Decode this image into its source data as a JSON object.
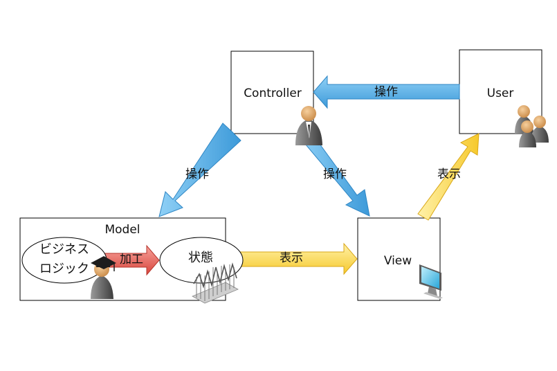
{
  "boxes": {
    "controller": "Controller",
    "user": "User",
    "model": "Model",
    "view": "View"
  },
  "model_parts": {
    "logic_line1": "ビジネス",
    "logic_line2": "ロジック",
    "state": "状態"
  },
  "arrows": {
    "user_to_controller": "操作",
    "controller_to_model": "操作",
    "controller_to_view": "操作",
    "view_to_user": "表示",
    "model_to_view": "表示",
    "logic_to_state": "加工"
  },
  "icons": {
    "controller": "business-person-icon",
    "user": "user-group-icon",
    "logic": "graduate-person-icon",
    "state": "chart-data-icon",
    "view": "monitor-icon"
  },
  "colors": {
    "operate_arrow": "#5aaee6",
    "display_arrow": "#ffd84a",
    "process_arrow": "#e86a62"
  }
}
